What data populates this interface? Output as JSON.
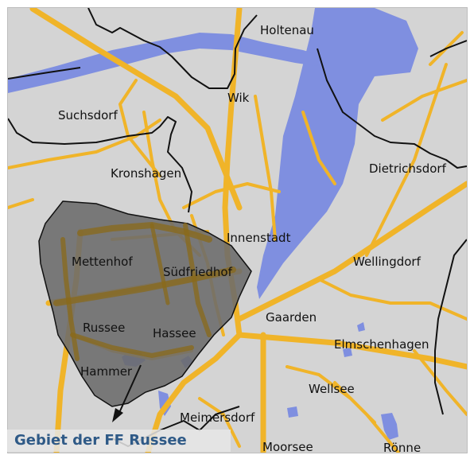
{
  "map": {
    "caption": "Gebiet der FF Russee",
    "districts": {
      "holtenau": "Holtenau",
      "wik": "Wik",
      "suchsdorf": "Suchsdorf",
      "kronshagen": "Kronshagen",
      "dietrichsdorf": "Dietrichsdorf",
      "innenstadt": "Innenstadt",
      "mettenhof": "Mettenhof",
      "suedfriedhof": "Südfriedhof",
      "wellingdorf": "Wellingdorf",
      "gaarden": "Gaarden",
      "russee": "Russee",
      "hassee": "Hassee",
      "elmschenhagen": "Elmschenhagen",
      "hammer": "Hammer",
      "wellsee": "Wellsee",
      "meimersdorf": "Meimersdorf",
      "moorsee": "Moorsee",
      "roenne": "Rönne"
    },
    "colors": {
      "land": "#d4d4d4",
      "water": "#7f8fe0",
      "roads": "#f0b429",
      "boundaries": "#111111",
      "highlight_area": "#6b6b6b",
      "caption_text": "#2f5a87"
    }
  }
}
